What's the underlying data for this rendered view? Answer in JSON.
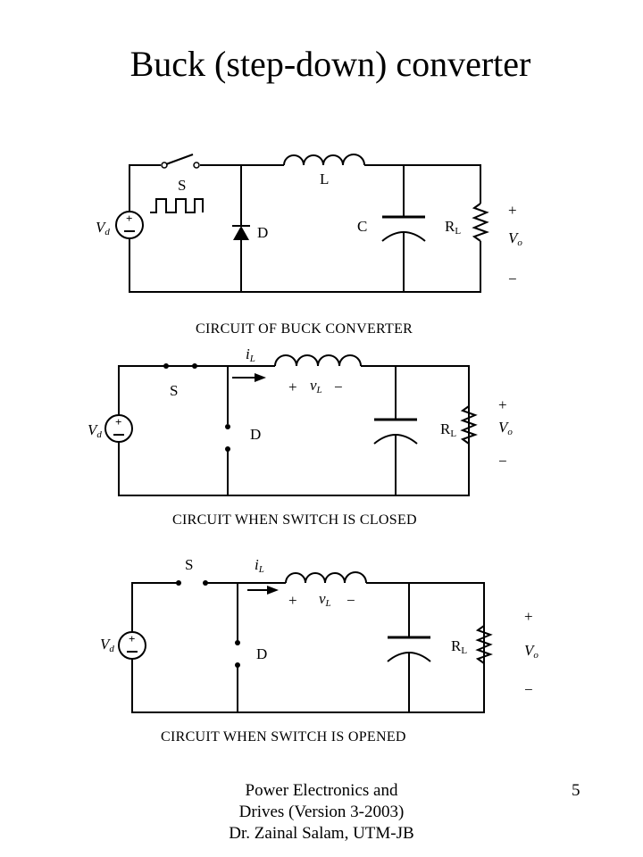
{
  "title": "Buck (step-down) converter",
  "footer": {
    "line1": "Power Electronics and",
    "line2": "Drives (Version 3-2003)",
    "line3": "Dr. Zainal Salam, UTM-JB",
    "page_number": "5"
  },
  "circuits": [
    {
      "caption": "CIRCUIT OF BUCK CONVERTER",
      "labels": {
        "switch": "S",
        "inductor": "L",
        "diode": "D",
        "capacitor": "C",
        "load": "R",
        "load_sub": "L",
        "source": "V",
        "source_sub": "d",
        "out": "V",
        "out_sub": "o",
        "plus": "+",
        "minus": "−"
      }
    },
    {
      "caption": "CIRCUIT WHEN SWITCH IS CLOSED",
      "labels": {
        "switch": "S",
        "current": "i",
        "current_sub": "L",
        "vl_plus": "+",
        "vl": "v",
        "vl_sub": "L",
        "vl_minus": "−",
        "diode": "D",
        "load": "R",
        "load_sub": "L",
        "source": "V",
        "source_sub": "d",
        "out": "V",
        "out_sub": "o",
        "plus": "+",
        "minus": "−"
      }
    },
    {
      "caption": "CIRCUIT WHEN SWITCH IS OPENED",
      "labels": {
        "switch": "S",
        "current": "i",
        "current_sub": "L",
        "vl_plus": "+",
        "vl": "v",
        "vl_sub": "L",
        "vl_minus": "−",
        "diode": "D",
        "load": "R",
        "load_sub": "L",
        "source": "V",
        "source_sub": "d",
        "out": "V",
        "out_sub": "o",
        "plus": "+",
        "minus": "−"
      }
    }
  ]
}
